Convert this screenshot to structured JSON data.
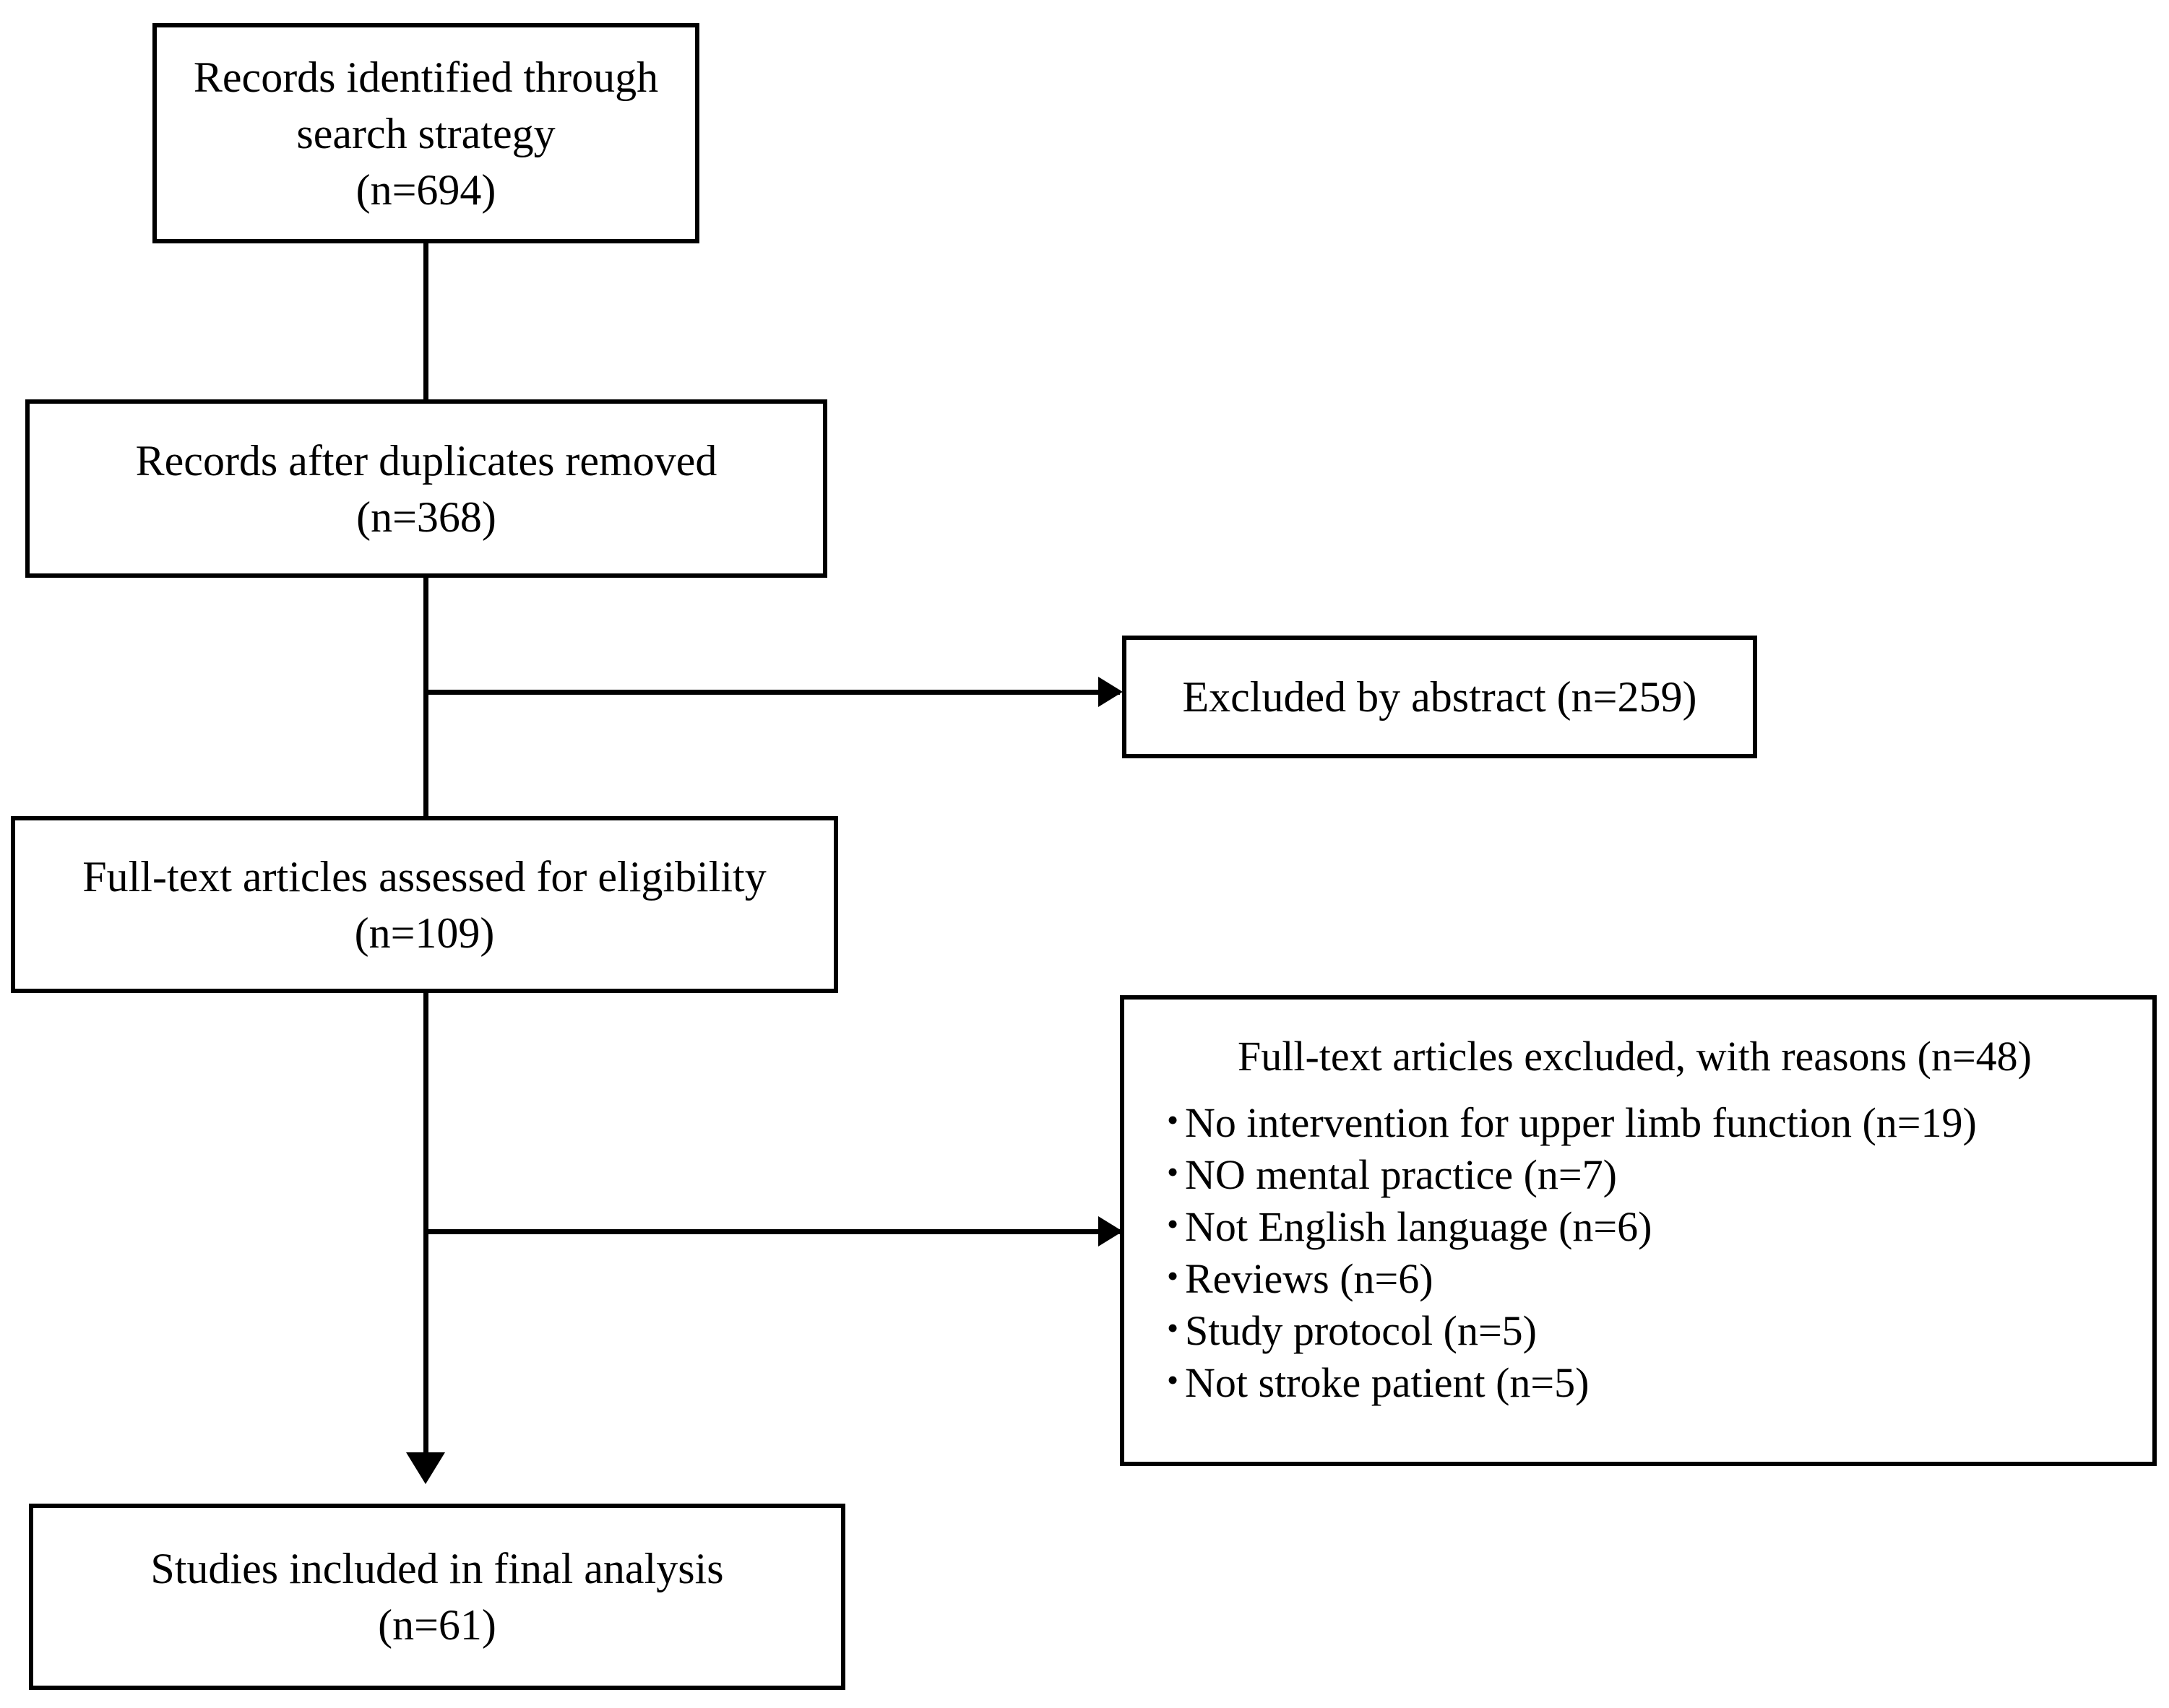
{
  "diagram": {
    "type": "prisma-flow-diagram",
    "nodes": {
      "identified": {
        "line1": "Records identified through",
        "line2": "search strategy",
        "line3": "(n=694)",
        "count": 694
      },
      "duplicates": {
        "line1": "Records after duplicates removed",
        "line2": "(n=368)",
        "count": 368
      },
      "excluded_abstract": {
        "line1": "Excluded by abstract (n=259)",
        "count": 259
      },
      "eligibility": {
        "line1": "Full-text articles assessed for eligibility",
        "line2": "(n=109)",
        "count": 109
      },
      "excluded_reasons": {
        "title": "Full-text articles excluded, with reasons (n=48)",
        "count": 48,
        "bullet_glyph": "•",
        "items": [
          {
            "label": "No intervention for upper limb function (n=19)",
            "count": 19
          },
          {
            "label": "NO mental practice (n=7)",
            "count": 7
          },
          {
            "label": "Not English language (n=6)",
            "count": 6
          },
          {
            "label": "Reviews (n=6)",
            "count": 6
          },
          {
            "label": "Study protocol (n=5)",
            "count": 5
          },
          {
            "label": "Not stroke patient (n=5)",
            "count": 5
          }
        ]
      },
      "final": {
        "line1": "Studies included in final analysis",
        "line2": "(n=61)",
        "count": 61
      }
    },
    "colors": {
      "stroke": "#000000",
      "fill": "#ffffff",
      "text": "#000000"
    }
  }
}
